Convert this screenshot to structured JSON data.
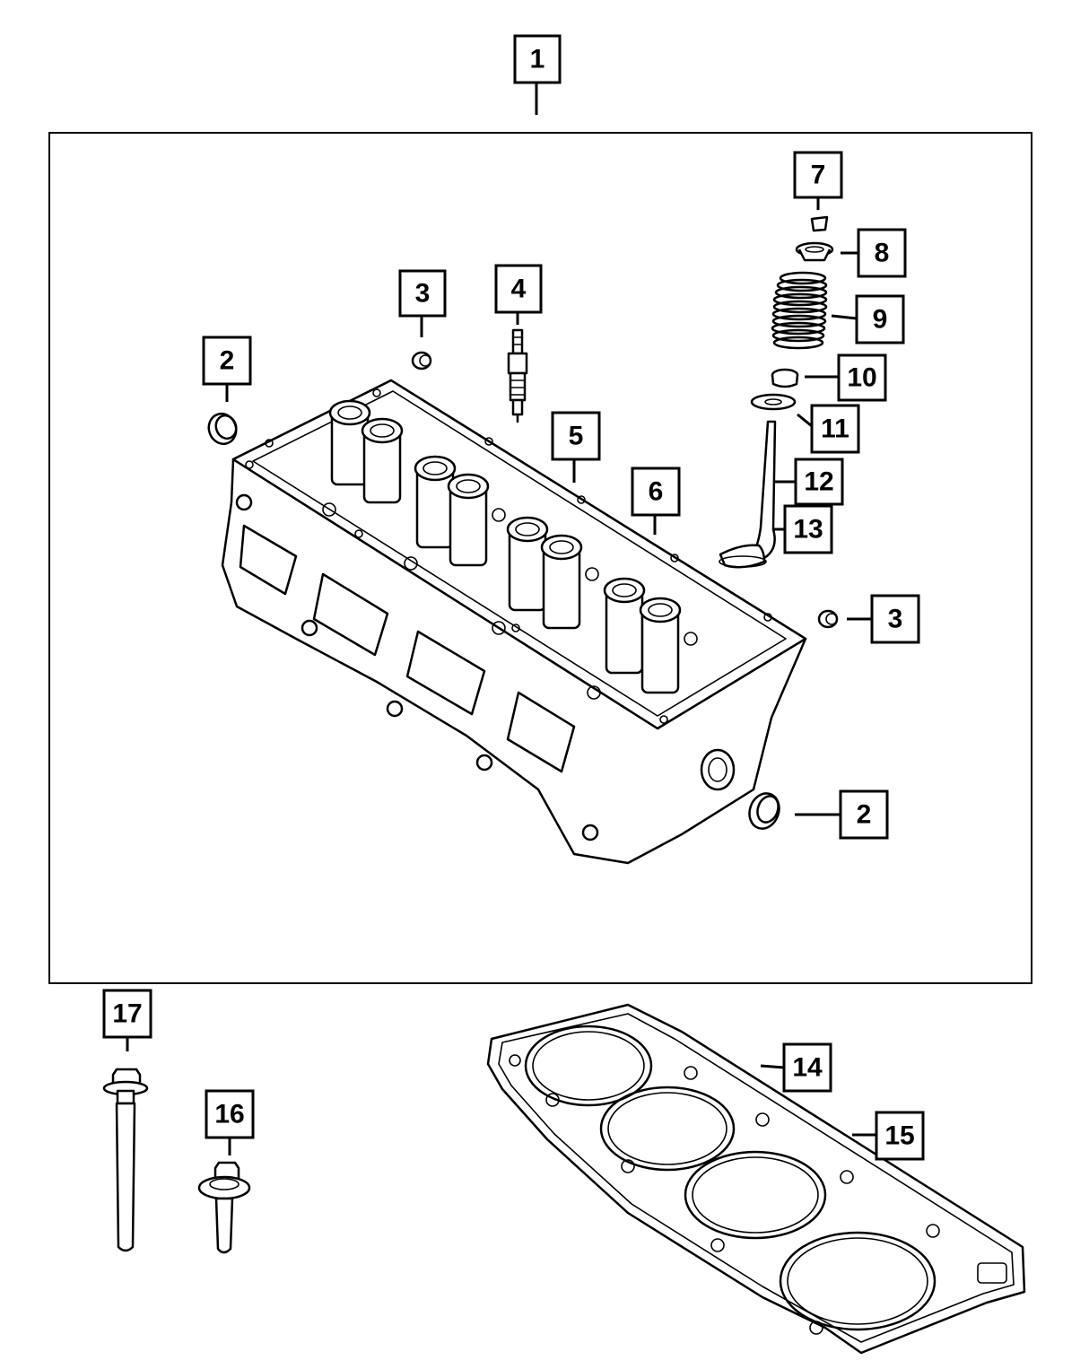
{
  "callouts": {
    "c1": "1",
    "c2a": "2",
    "c2b": "2",
    "c3a": "3",
    "c3b": "3",
    "c4": "4",
    "c5": "5",
    "c6": "6",
    "c7": "7",
    "c8": "8",
    "c9": "9",
    "c10": "10",
    "c11": "11",
    "c12": "12",
    "c13": "13",
    "c14": "14",
    "c15": "15",
    "c16": "16",
    "c17": "17"
  },
  "parts": {
    "p1": "cylinder-head-assembly",
    "p2": "cup-plug",
    "p3": "expansion-plug",
    "p4": "spark-plug",
    "p7": "valve-keeper",
    "p8": "valve-spring-retainer",
    "p9": "valve-spring",
    "p10": "valve-stem-seal",
    "p11": "spring-seat",
    "p12": "valve",
    "p14": "head-gasket",
    "p16": "bolt",
    "p17": "head-bolt"
  }
}
